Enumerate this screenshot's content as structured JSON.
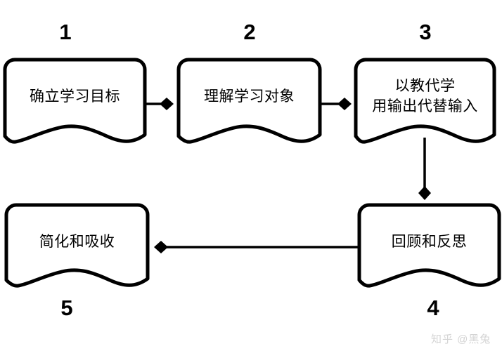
{
  "diagram": {
    "title": "",
    "background_color": "#ffffff",
    "stroke_color": "#000000",
    "text_color": "#000000",
    "watermark": {
      "text": "知乎 @黑兔",
      "color": "#d4d4d4"
    },
    "nodes": [
      {
        "id": "node-1",
        "number": "1",
        "lines": [
          "确立学习目标"
        ],
        "shape": "document"
      },
      {
        "id": "node-2",
        "number": "2",
        "lines": [
          "理解学习对象"
        ],
        "shape": "document"
      },
      {
        "id": "node-3",
        "number": "3",
        "lines": [
          "以教代学",
          "用输出代替输入"
        ],
        "shape": "document"
      },
      {
        "id": "node-4",
        "number": "4",
        "lines": [
          "回顾和反思"
        ],
        "shape": "document"
      },
      {
        "id": "node-5",
        "number": "5",
        "lines": [
          "简化和吸收"
        ],
        "shape": "document"
      }
    ],
    "connectors": [
      {
        "id": "connector-1-to-2",
        "from": "node-1",
        "to": "node-2",
        "marker": "diamond",
        "direction": "right"
      },
      {
        "id": "connector-2-to-3",
        "from": "node-2",
        "to": "node-3",
        "marker": "diamond",
        "direction": "right"
      },
      {
        "id": "connector-3-to-4",
        "from": "node-3",
        "to": "node-4",
        "marker": "diamond",
        "direction": "down"
      },
      {
        "id": "connector-4-to-5",
        "from": "node-4",
        "to": "node-5",
        "marker": "diamond",
        "direction": "left"
      }
    ]
  }
}
